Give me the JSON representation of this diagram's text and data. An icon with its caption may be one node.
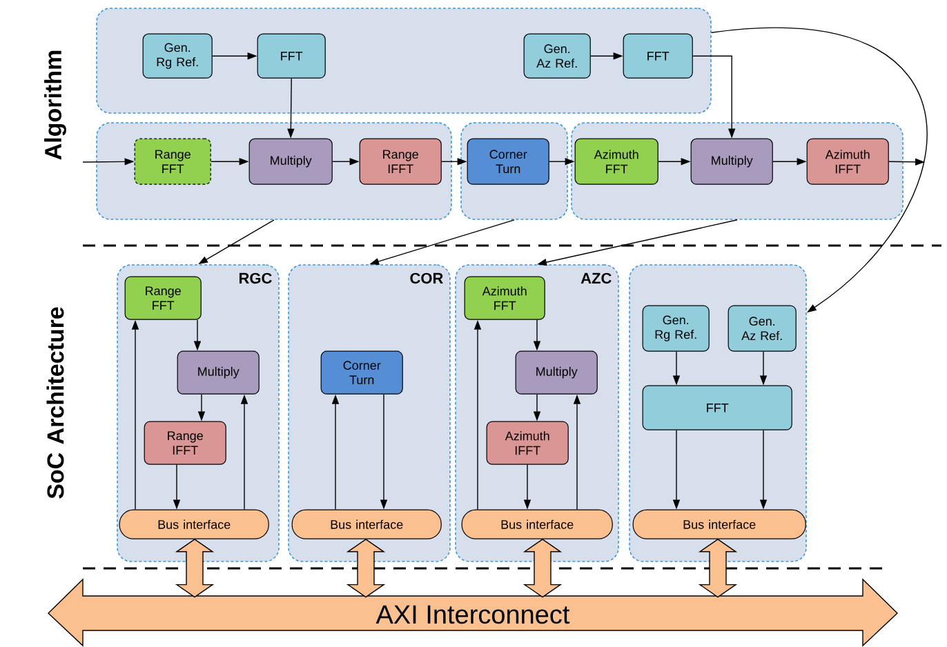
{
  "diagram": {
    "nodes": [
      {
        "text": [],
        "shape": "box"
      },
      {
        "text": [
          "Gen. Rg Ref."
        ],
        "in": 0
      },
      {
        "text": [
          "FFT"
        ],
        "in": 0
      },
      {
        "text": [
          "Gen. Az Ref."
        ],
        "in": 0
      },
      {
        "text": [
          "FFT"
        ],
        "in": 0
      },
      {
        "text": [],
        "shape": "box"
      },
      {
        "text": [
          "Range FFT"
        ],
        "in": 5
      },
      {
        "text": [
          "Multiply"
        ],
        "in": 5
      },
      {
        "text": [
          "Range IFFT"
        ],
        "in": 5
      },
      {
        "text": [],
        "shape": "box"
      },
      {
        "text": [
          "Corner Turn"
        ],
        "in": 9
      },
      {
        "text": [],
        "shape": "box"
      },
      {
        "text": [
          "Azimuth FFT"
        ],
        "in": 11
      },
      {
        "text": [
          "Multiply"
        ],
        "in": 11
      },
      {
        "text": [
          "Azimuth IFFT"
        ],
        "in": 11
      },
      {
        "text": [
          "RGC"
        ]
      },
      {
        "text": [
          "Range FFT"
        ],
        "in": 15
      },
      {
        "text": [
          "Multiply"
        ],
        "in": 15
      },
      {
        "text": [
          "Range IFFT"
        ],
        "in": 15
      },
      {
        "text": [
          "Bus interface"
        ],
        "in": 15
      },
      {
        "text": [
          "COR"
        ]
      },
      {
        "text": [
          "Corner Turn"
        ],
        "in": 20
      },
      {
        "text": [
          "Bus interface"
        ],
        "in": 20
      },
      {
        "text": [
          "AZC"
        ]
      },
      {
        "text": [
          "Azimuth FFT"
        ],
        "in": 23
      },
      {
        "text": [
          "Multiply"
        ],
        "in": 23
      },
      {
        "text": [
          "Azimuth IFFT"
        ],
        "in": 23
      },
      {
        "text": [
          "Bus interface"
        ],
        "in": 23
      },
      {
        "text": [],
        "shape": "box"
      },
      {
        "text": [
          "Gen. Rg Ref."
        ],
        "in": 28
      },
      {
        "text": [
          "Gen. Az Ref."
        ],
        "in": 28
      },
      {
        "text": [
          "FFT"
        ],
        "in": 28
      },
      {
        "text": [
          "Bus interface"
        ],
        "in": 28
      },
      {
        "text": [
          "AXI Interconnect"
        ]
      }
    ],
    "edges": [
      {
        "from": 1,
        "to": 2,
        "arrow": "to"
      },
      {
        "from": 3,
        "to": 4,
        "arrow": "to"
      },
      {
        "from": 2,
        "to": 7,
        "arrow": "to"
      },
      {
        "from": 4,
        "to": 13,
        "arrow": "to"
      },
      {
        "from": null,
        "to": 6,
        "arrow": "to"
      },
      {
        "from": 6,
        "to": 7,
        "arrow": "to"
      },
      {
        "from": 7,
        "to": 8,
        "arrow": "to"
      },
      {
        "from": 8,
        "to": 10,
        "arrow": "to"
      },
      {
        "from": 10,
        "to": 12,
        "arrow": "to"
      },
      {
        "from": 12,
        "to": 13,
        "arrow": "to"
      },
      {
        "from": 13,
        "to": 14,
        "arrow": "to"
      },
      {
        "from": 14,
        "to": null,
        "arrow": "to"
      },
      {
        "from": 5,
        "to": 15,
        "arrow": "to"
      },
      {
        "from": 9,
        "to": 20,
        "arrow": "to"
      },
      {
        "from": 11,
        "to": 23,
        "arrow": "to"
      },
      {
        "from": 0,
        "to": 28,
        "arrow": "to"
      },
      {
        "from": 16,
        "to": 17,
        "arrow": "to"
      },
      {
        "from": 17,
        "to": 18,
        "arrow": "to"
      },
      {
        "from": 18,
        "to": 19,
        "arrow": "to"
      },
      {
        "from": 19,
        "to": 16,
        "arrow": "to"
      },
      {
        "from": 19,
        "to": 17,
        "arrow": "to"
      },
      {
        "from": 22,
        "to": 21,
        "arrow": "to"
      },
      {
        "from": 21,
        "to": 22,
        "arrow": "to"
      },
      {
        "from": 24,
        "to": 25,
        "arrow": "to"
      },
      {
        "from": 25,
        "to": 26,
        "arrow": "to"
      },
      {
        "from": 26,
        "to": 27,
        "arrow": "to"
      },
      {
        "from": 27,
        "to": 24,
        "arrow": "to"
      },
      {
        "from": 27,
        "to": 25,
        "arrow": "to"
      },
      {
        "from": 29,
        "to": 31,
        "arrow": "to"
      },
      {
        "from": 30,
        "to": 31,
        "arrow": "to"
      },
      {
        "from": 31,
        "to": 32,
        "arrow": "to"
      },
      {
        "from": 31,
        "to": 32,
        "arrow": "to"
      },
      {
        "from": 19,
        "to": 33,
        "arrow": "both",
        "style": "thick",
        "color": "#fac090"
      },
      {
        "from": 22,
        "to": 33,
        "arrow": "both",
        "style": "thick",
        "color": "#fac090"
      },
      {
        "from": 27,
        "to": 33,
        "arrow": "both",
        "style": "thick",
        "color": "#fac090"
      },
      {
        "from": 32,
        "to": 33,
        "arrow": "both",
        "style": "thick",
        "color": "#fac090"
      }
    ],
    "labels": [
      "Algorithm",
      "SoC Architecture"
    ]
  }
}
